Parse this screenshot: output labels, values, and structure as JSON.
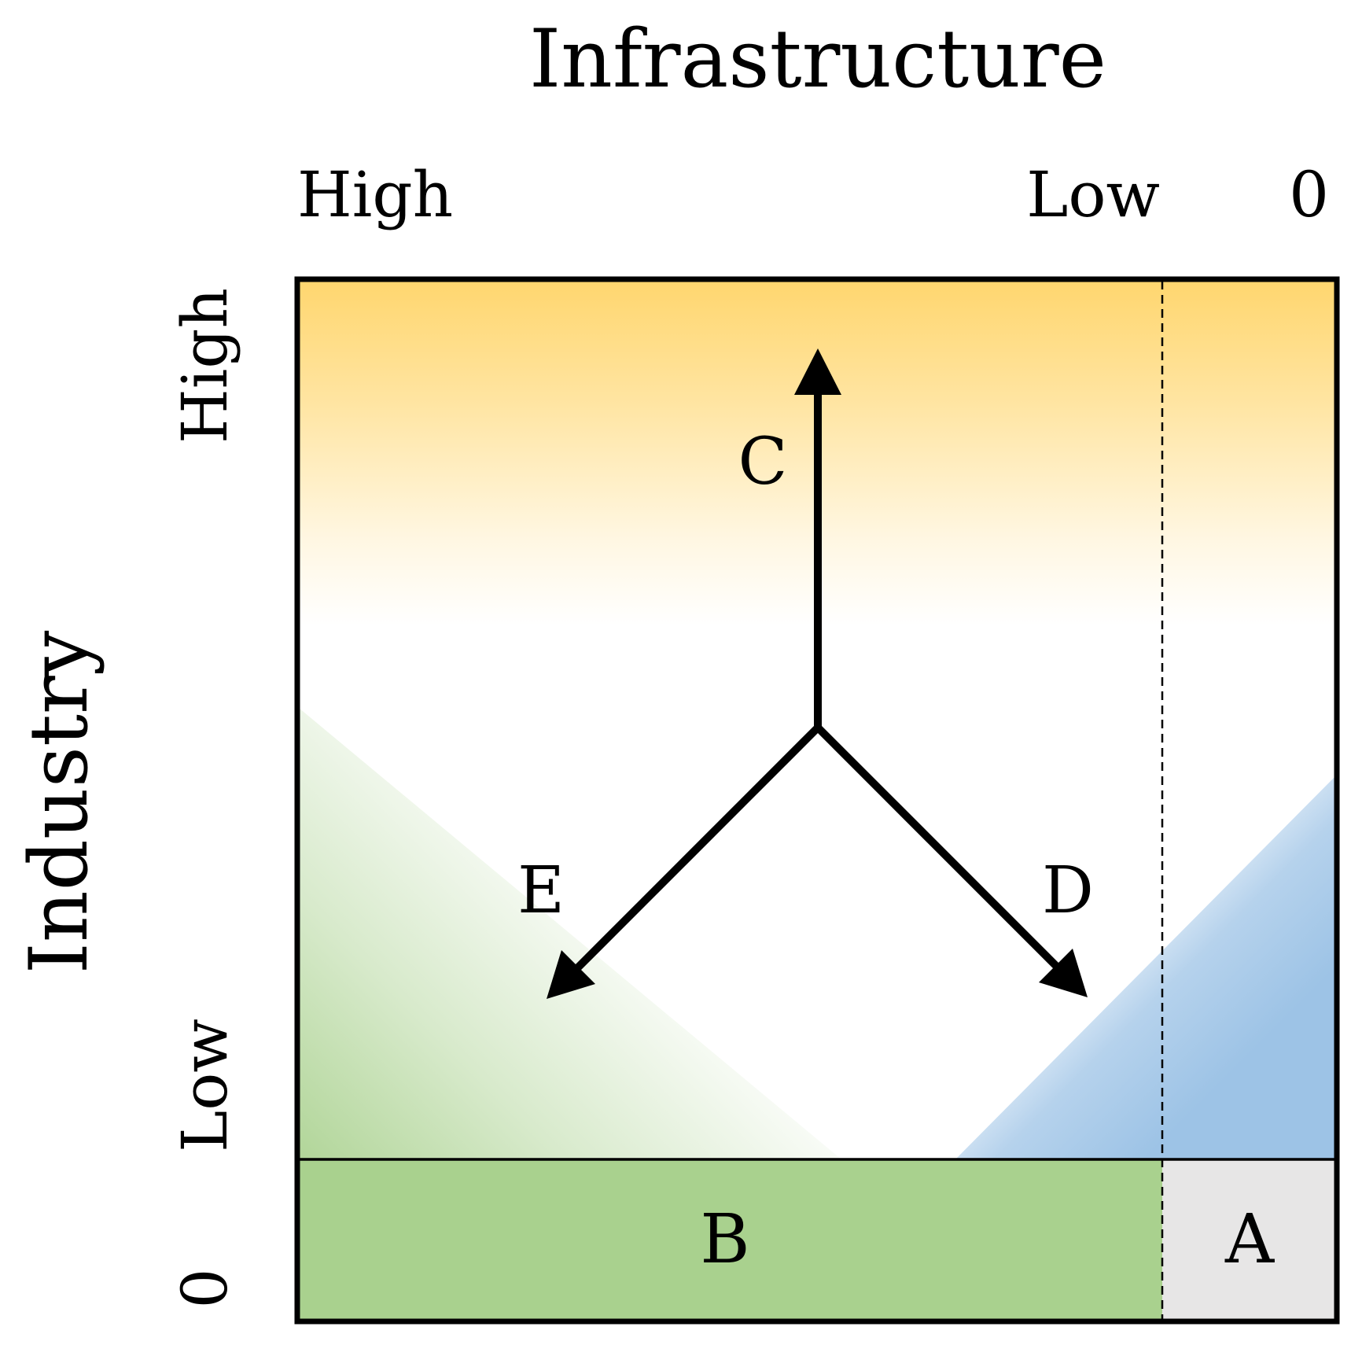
{
  "top_axis": {
    "title": "Infrastructure",
    "high_label": "High",
    "low_label": "Low",
    "zero_label": "0"
  },
  "left_axis": {
    "title": "Industry",
    "high_label": "High",
    "low_label": "Low",
    "zero_label": "0"
  },
  "regions": {
    "a_label": "A",
    "b_label": "B"
  },
  "arrows": {
    "c_label": "C",
    "d_label": "D",
    "e_label": "E"
  },
  "colors": {
    "high_industry_gradient": "#FFD66E",
    "green_gradient": "#A9D18E",
    "blue_gradient": "#9DC3E6",
    "region_b_fill": "#A9D18E",
    "region_a_fill": "#E7E6E6",
    "outline": "#000000"
  }
}
